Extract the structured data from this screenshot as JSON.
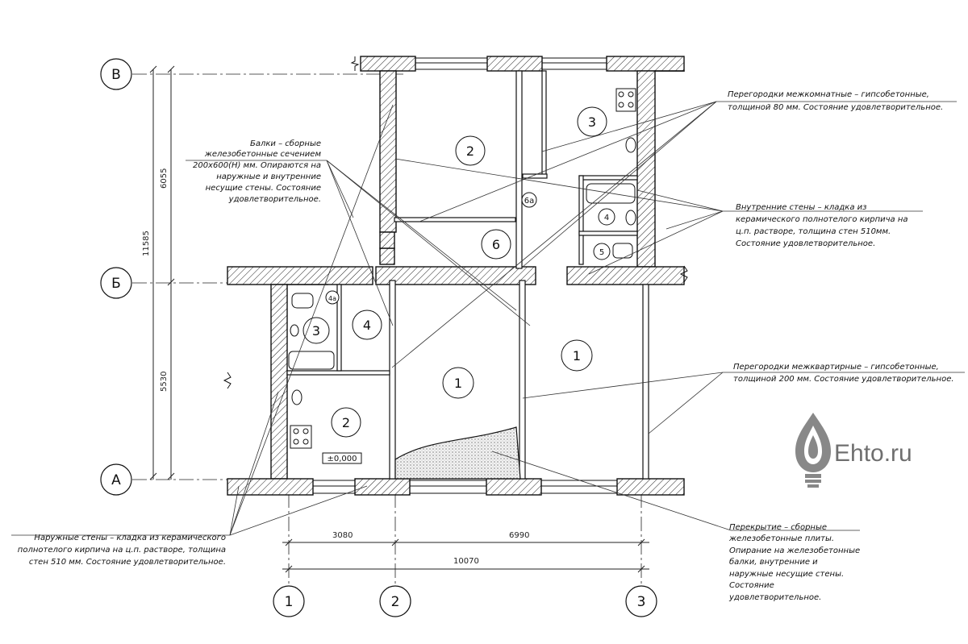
{
  "axes": {
    "row_labels": [
      "В",
      "Б",
      "А"
    ],
    "column_labels": [
      "1",
      "2",
      "3"
    ]
  },
  "dimensions": {
    "vertical_total": "11585",
    "vertical_upper": "6055",
    "vertical_lower": "5530",
    "horizontal_left": "3080",
    "horizontal_right": "6990",
    "horizontal_total": "10070"
  },
  "rooms": {
    "upper": [
      "2",
      "3",
      "6",
      "6а",
      "4",
      "5"
    ],
    "lower_left": [
      "3",
      "4",
      "4а",
      "2"
    ],
    "lower_main": [
      "1",
      "1"
    ]
  },
  "level_mark": "±0,000",
  "notes": {
    "beams": [
      "Балки – сборные",
      "железобетонные сечением",
      "200х600(Н) мм. Опираются на",
      "наружные и внутренние",
      "несущие стены. Состояние",
      "удовлетворительное."
    ],
    "partitions_room": [
      "Перегородки межкомнатные – гипсобетонные,",
      "толщиной 80 мм. Состояние удовлетворительное."
    ],
    "inner_walls": [
      "Внутренние стены – кладка из",
      "керамического полнотелого  кирпича на",
      "ц.п. растворе, толщина   стен 510мм.",
      "Состояние удовлетворительное."
    ],
    "partitions_apartment": [
      "Перегородки межквартирные – гипсобетонные,",
      "толщиной 200 мм. Состояние удовлетворительное."
    ],
    "outer_walls": [
      "Наружные стены – кладка из керамического",
      "полнотелого  кирпича на ц.п. растворе, толщина",
      "стен 510 мм. Состояние удовлетворительное."
    ],
    "slabs": [
      "Перекрытие – сборные",
      "железобетонные плиты.",
      "Опирание на железобетонные",
      "балки, внутренние и",
      "наружные несущие стены.",
      "Состояние",
      "удовлетворительное."
    ]
  },
  "watermark": {
    "text": "Ehto.ru",
    "icon": "lightbulb-drop-icon",
    "color": "#6f6f6f"
  }
}
